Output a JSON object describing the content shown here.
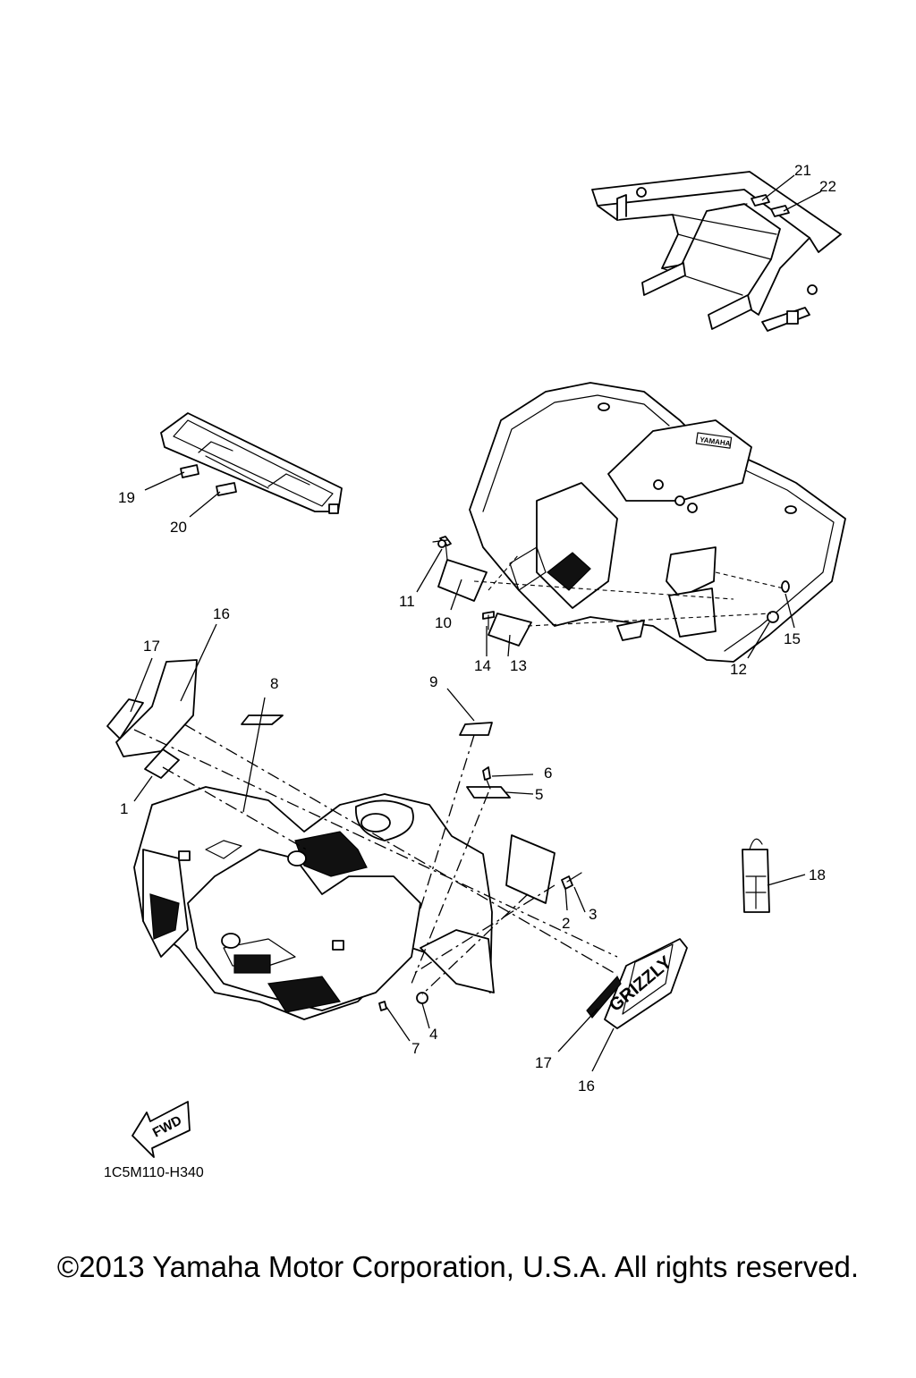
{
  "callouts": [
    {
      "id": "c1",
      "text": "1"
    },
    {
      "id": "c2",
      "text": "2"
    },
    {
      "id": "c3",
      "text": "3"
    },
    {
      "id": "c4",
      "text": "4"
    },
    {
      "id": "c5",
      "text": "5"
    },
    {
      "id": "c6",
      "text": "6"
    },
    {
      "id": "c7",
      "text": "7"
    },
    {
      "id": "c8",
      "text": "8"
    },
    {
      "id": "c9",
      "text": "9"
    },
    {
      "id": "c10",
      "text": "10"
    },
    {
      "id": "c11",
      "text": "11"
    },
    {
      "id": "c12",
      "text": "12"
    },
    {
      "id": "c13",
      "text": "13"
    },
    {
      "id": "c14",
      "text": "14"
    },
    {
      "id": "c15",
      "text": "15"
    },
    {
      "id": "c16a",
      "text": "16"
    },
    {
      "id": "c16b",
      "text": "16"
    },
    {
      "id": "c17a",
      "text": "17"
    },
    {
      "id": "c17b",
      "text": "17"
    },
    {
      "id": "c18",
      "text": "18"
    },
    {
      "id": "c19",
      "text": "19"
    },
    {
      "id": "c20",
      "text": "20"
    },
    {
      "id": "c21",
      "text": "21"
    },
    {
      "id": "c22",
      "text": "22"
    }
  ],
  "fwd_label": "FWD",
  "diagram_code": "1C5M110-H340",
  "emblem_text": "GRIZZLY",
  "brand_text": "YAMAHA",
  "footer": "©2013 Yamaha Motor Corporation, U.S.A. All rights reserved."
}
